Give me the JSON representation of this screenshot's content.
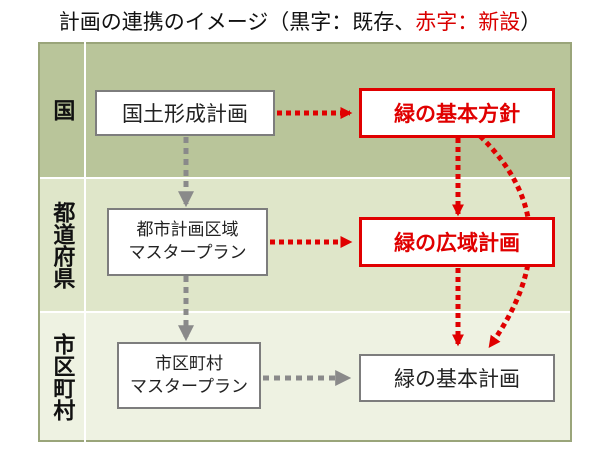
{
  "title": {
    "part1": "計画の連携のイメージ（黒字：既存、",
    "part_red": "赤字：新設",
    "part2": "）"
  },
  "levels": {
    "national": "国",
    "prefecture": "都道府県",
    "municipality": "市区町村"
  },
  "boxes": {
    "national_land_plan": "国土形成計画",
    "green_basic_policy": "緑の基本方針",
    "city_master_plan": "都市計画区域\nマスタープラン",
    "green_regional_plan": "緑の広域計画",
    "municipal_master_plan": "市区町村\nマスタープラン",
    "green_basic_plan": "緑の基本計画"
  },
  "colors": {
    "new_red": "#e00000",
    "existing_gray": "#7d7d7d",
    "band_national": "#b9c59a",
    "band_prefecture": "#dfe6c9",
    "band_municipality": "#eef2e2"
  }
}
